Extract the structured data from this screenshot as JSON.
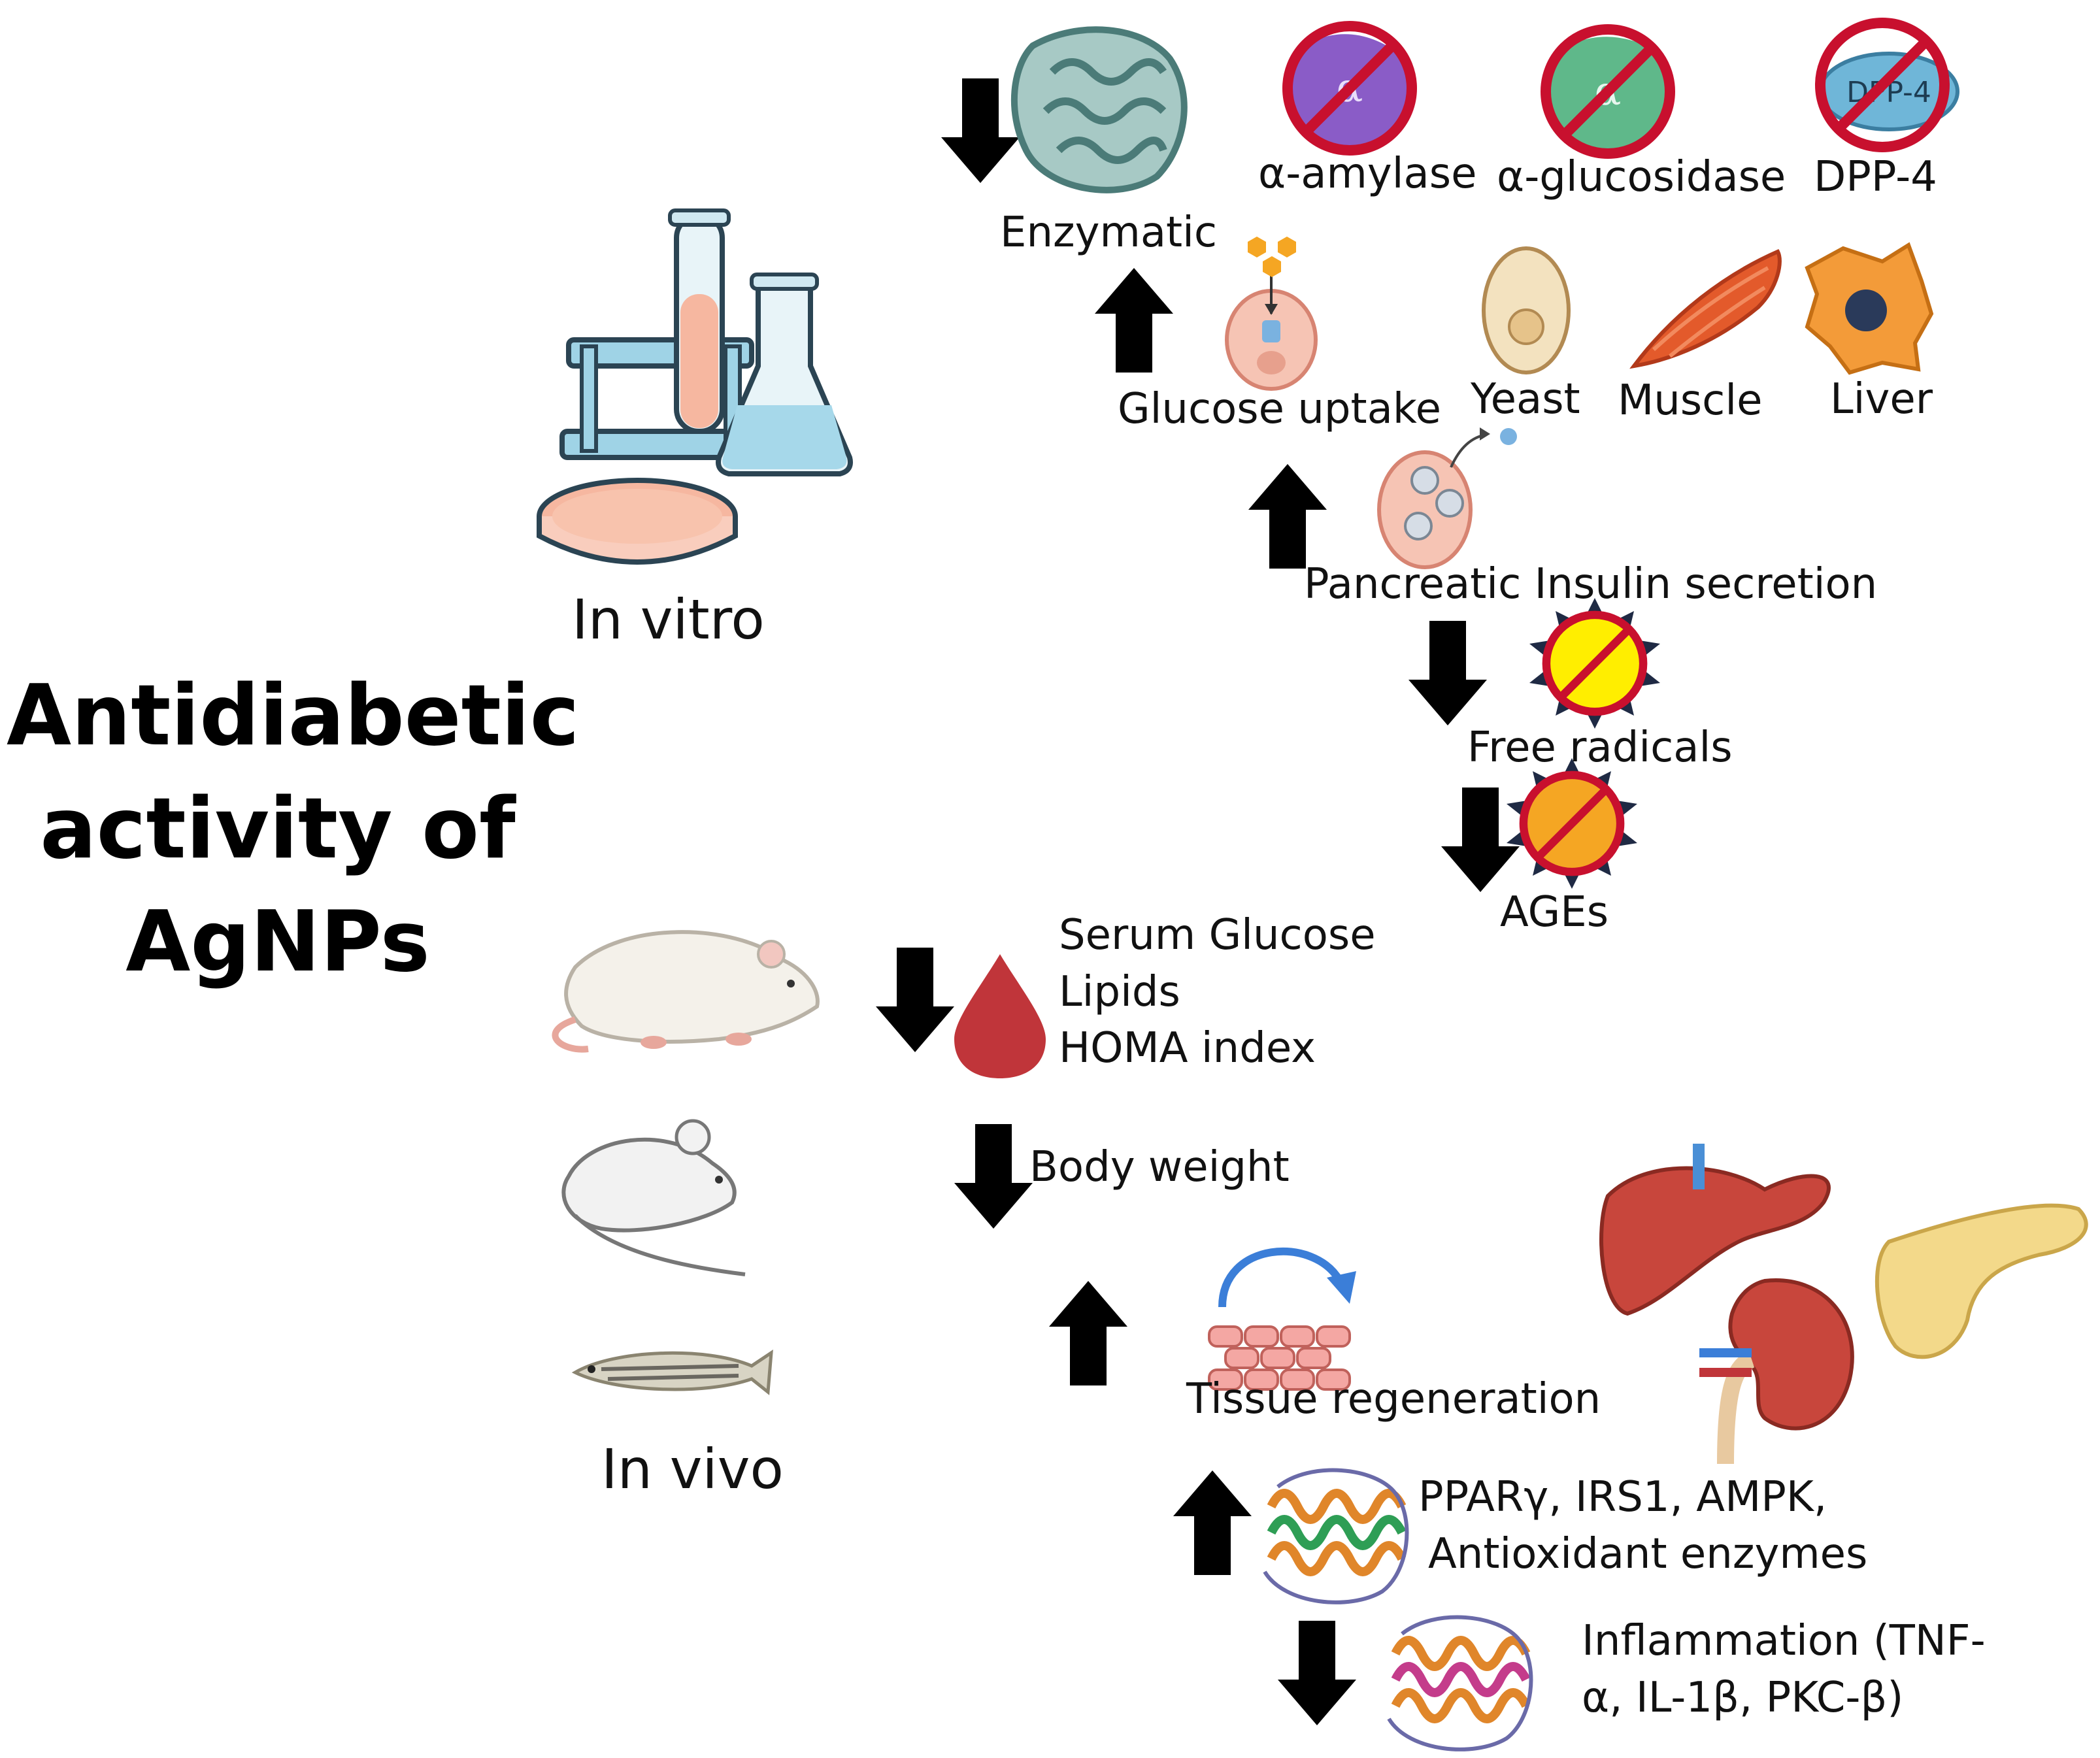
{
  "title_lines": [
    "Antidiabetic",
    "activity of",
    "AgNPs"
  ],
  "in_vitro": {
    "label": "In vitro",
    "enzymatic": {
      "label": "Enzymatic",
      "direction": "down",
      "enzymes": [
        "α-amylase",
        "α-glucosidase",
        "DPP-4"
      ],
      "enzyme_marks": [
        "α",
        "α",
        "DPP-4"
      ]
    },
    "glucose_uptake": {
      "label": "Glucose uptake",
      "direction": "up",
      "cells": [
        "Yeast",
        "Muscle",
        "Liver"
      ]
    },
    "insulin_secretion": {
      "label": "Pancreatic Insulin secretion",
      "direction": "up"
    },
    "free_radicals": {
      "label": "Free radicals",
      "direction": "down"
    },
    "ages": {
      "label": "AGEs",
      "direction": "down"
    }
  },
  "in_vivo": {
    "label": "In vivo",
    "blood_markers": {
      "direction": "down",
      "items": [
        "Serum Glucose",
        "Lipids",
        "HOMA index"
      ]
    },
    "body_weight": {
      "label": "Body weight",
      "direction": "down"
    },
    "tissue_regeneration": {
      "label": "Tissue regeneration",
      "direction": "up"
    },
    "signaling": {
      "direction": "up",
      "lines": [
        "PPARγ, IRS1, AMPK,",
        "Antioxidant enzymes"
      ]
    },
    "inflammation": {
      "direction": "down",
      "lines": [
        "Inflammation (TNF-",
        "α, IL-1β,  PKC-β)"
      ]
    }
  },
  "colors": {
    "arrow": "#000000",
    "prohibition": "#c8102e",
    "amylase": "#8a5cc7",
    "glucosidase": "#5fb88a",
    "dpp4": "#6fb6d8",
    "organ_red": "#c8463c",
    "pancreas": "#f3d98a",
    "cell_pink": "#f6c4b4",
    "star_yellow": "#ffee00",
    "star_orange": "#f5a623",
    "burst_dark": "#1f2a44"
  }
}
